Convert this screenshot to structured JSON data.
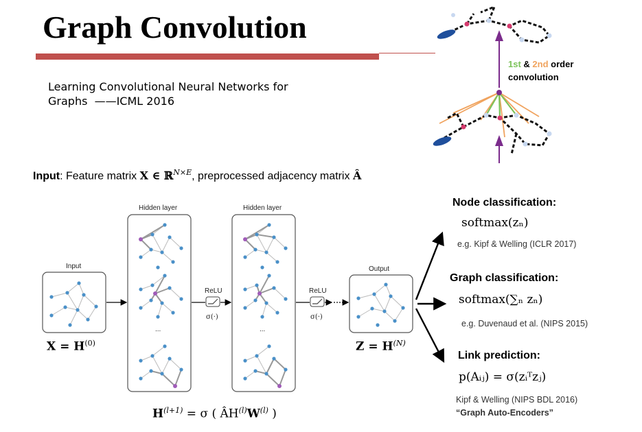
{
  "title": "Graph Convolution",
  "reference": {
    "line1": "Learning Convolutional Neural Networks for",
    "line2": "Graphs  ——ICML 2016"
  },
  "order_label": {
    "first": "1st",
    "amp": " & ",
    "second": "2nd",
    "order": " order",
    "convolution": "convolution"
  },
  "input_line": {
    "bold": "Input",
    "text1": ": Feature matrix ",
    "math1": "X ∈ ℝ",
    "math1_sup": "N×E",
    "text2": ", preprocessed adjacency matrix ",
    "math2": "Â"
  },
  "diagram": {
    "input_label": "Input",
    "hidden_label_1": "Hidden layer",
    "hidden_label_2": "Hidden layer",
    "output_label": "Output",
    "relu_1": "ReLU",
    "relu_2": "ReLU",
    "sigma_1": "σ(·)",
    "sigma_2": "σ(·)",
    "ellipsis_1": "...",
    "ellipsis_2": "...",
    "x_eq": "X = H",
    "x_eq_sup": "(0)",
    "z_eq": "Z = H",
    "z_eq_sup": "(N)",
    "update_lhs": "H",
    "update_lhs_sup": "(l+1)",
    "update_rhs": " = σ ( ÂH",
    "update_rhs_sup1": "(l)",
    "update_rhs_mid": "W",
    "update_rhs_sup2": "(l)",
    "update_rhs_end": " )"
  },
  "tasks": [
    {
      "head": "Node classification:",
      "formula": "softmax(zₙ)",
      "cite": "e.g. Kipf & Welling (ICLR 2017)",
      "sub": ""
    },
    {
      "head": "Graph classification:",
      "formula": "softmax(∑ₙ zₙ)",
      "cite": "e.g. Duvenaud et al. (NIPS 2015)",
      "sub": ""
    },
    {
      "head": "Link prediction:",
      "formula": "p(Aᵢⱼ) = σ(zᵢᵀzⱼ)",
      "cite": "Kipf & Welling (NIPS BDL 2016)",
      "sub": "“Graph Auto-Encoders”"
    }
  ],
  "colors": {
    "title_bar": "#c0504d",
    "node_blue": "#4a90c8",
    "node_purple": "#a05cb8",
    "first_order": "#7dc35b",
    "second_order": "#f0a35e",
    "arrow_purple": "#7b2c8c"
  }
}
